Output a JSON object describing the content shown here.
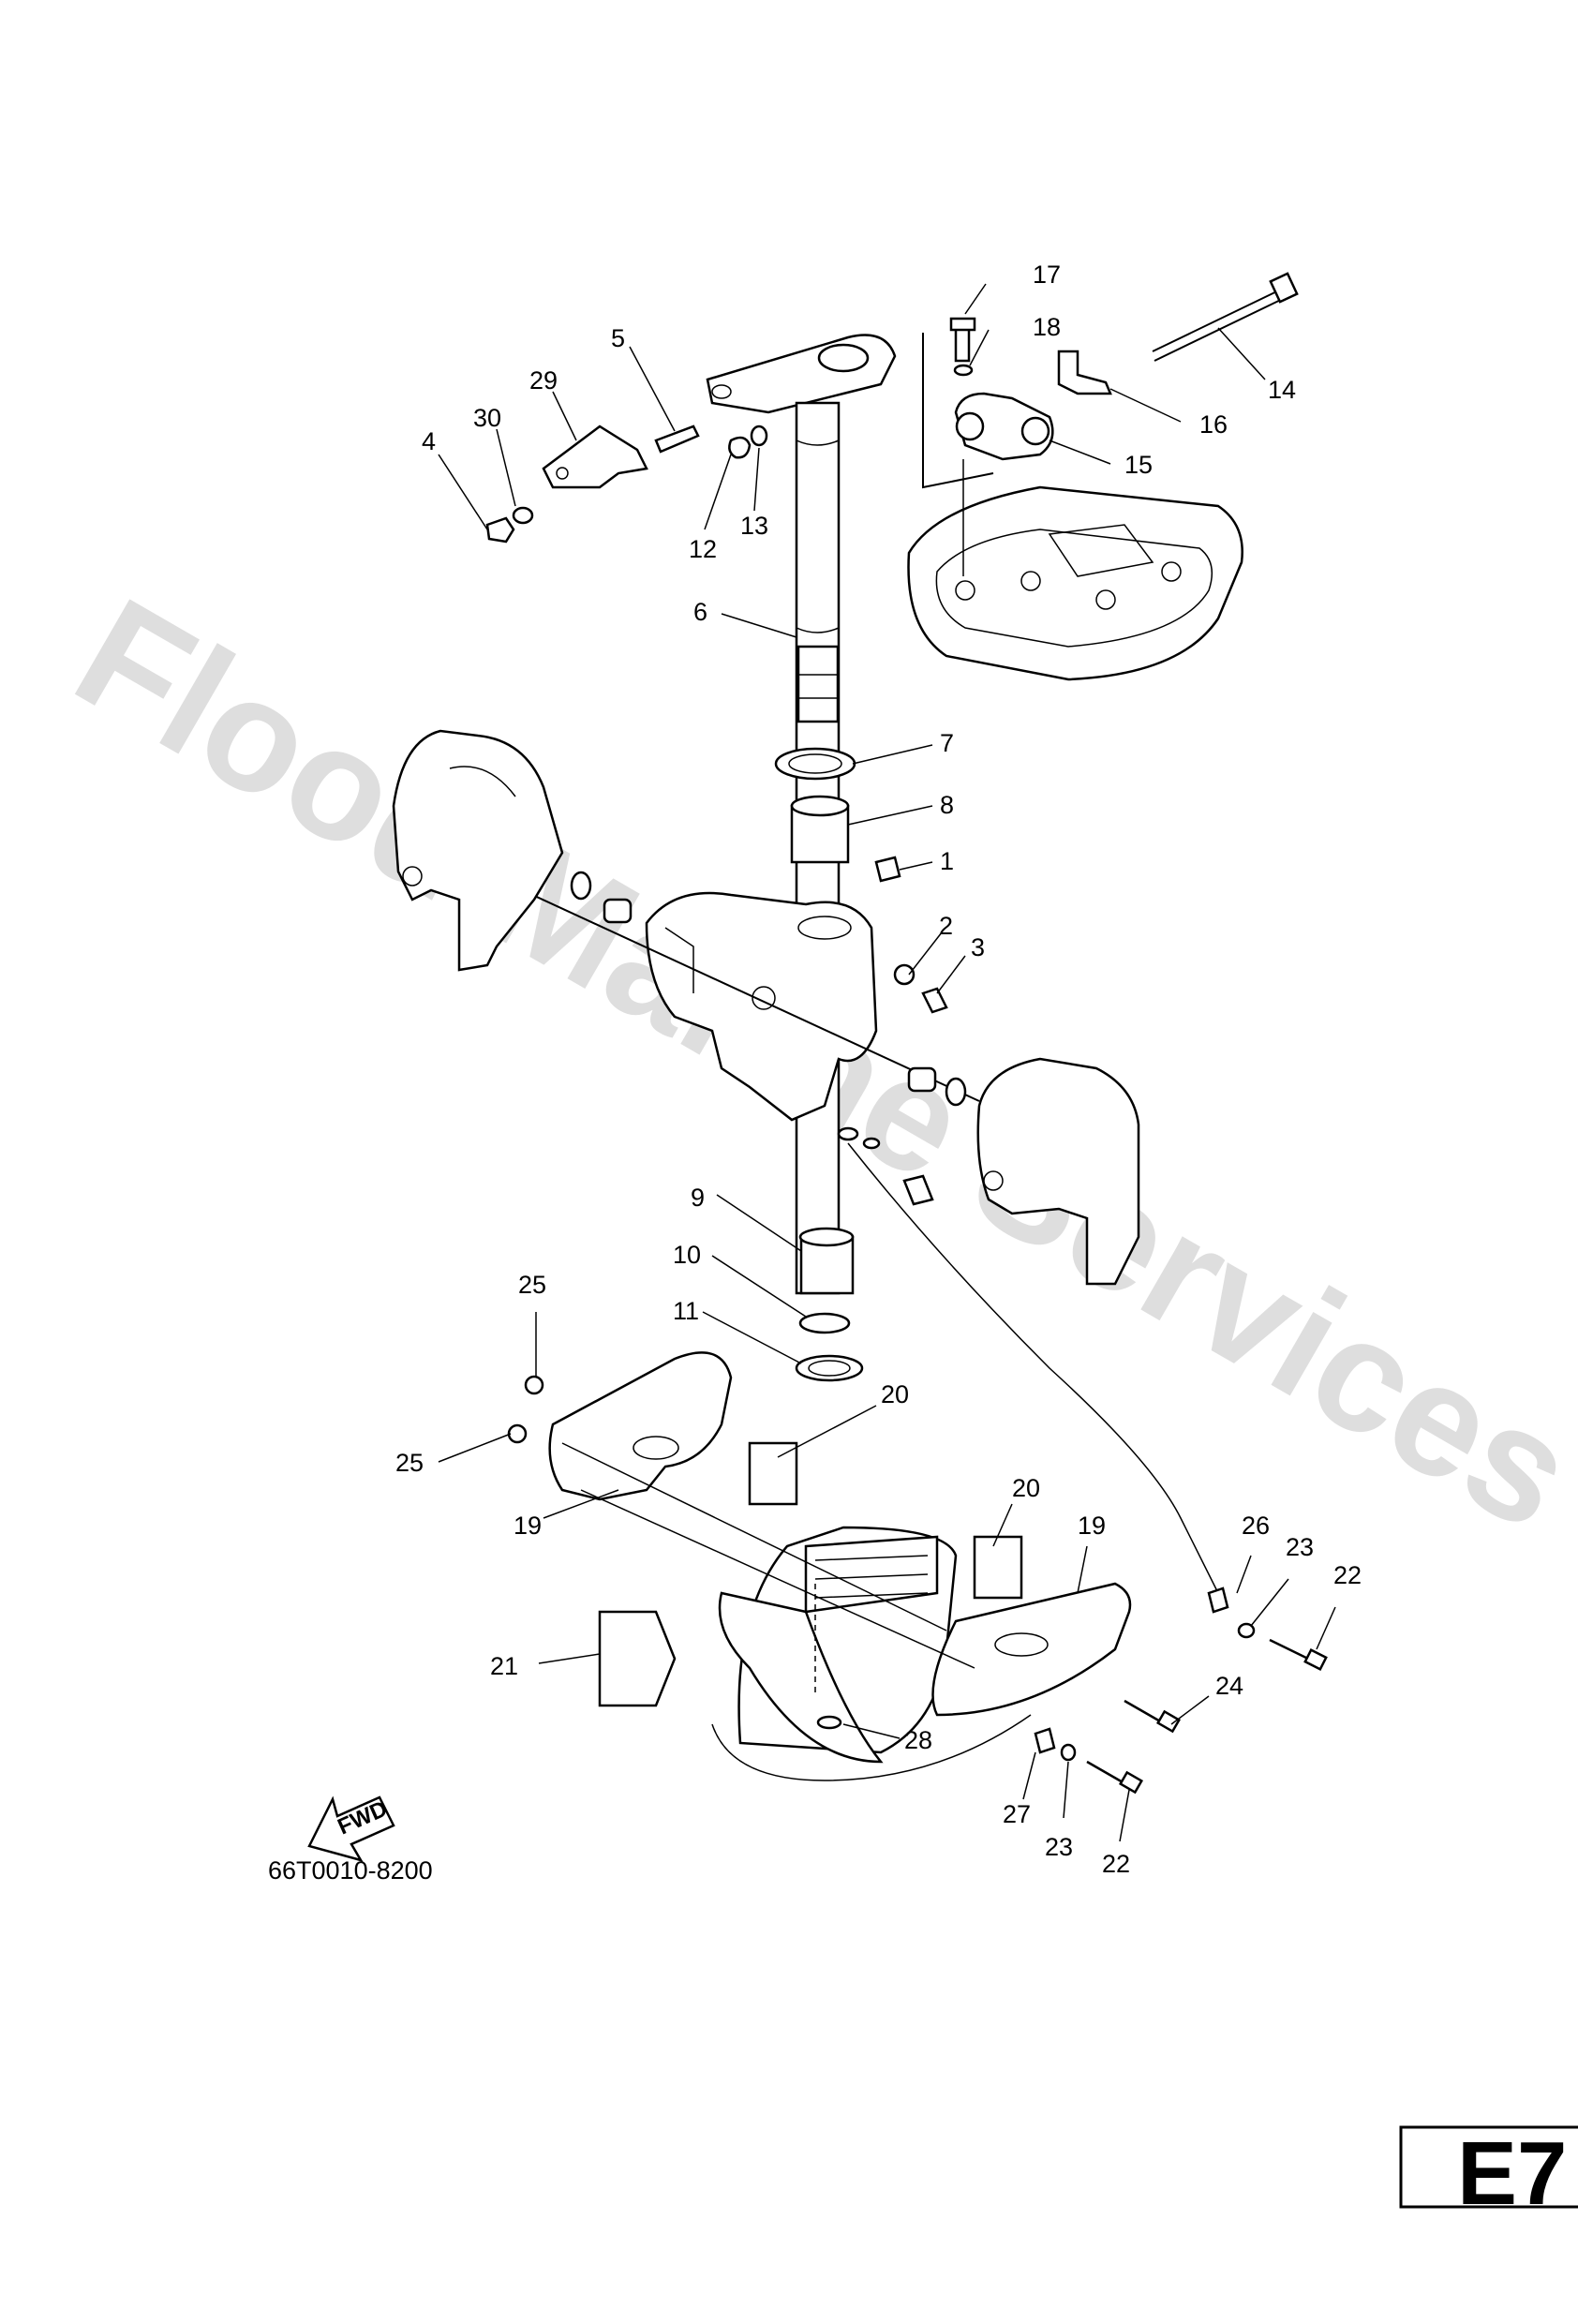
{
  "watermark": "Flood Marine Services",
  "diagram_code": "66T0010-8200",
  "page_tag": "E7",
  "fwd_label": "FWD",
  "part_labels": [
    "17",
    "18",
    "14",
    "5",
    "29",
    "30",
    "4",
    "16",
    "15",
    "12",
    "13",
    "6",
    "7",
    "8",
    "1",
    "2",
    "3",
    "9",
    "10",
    "11",
    "25",
    "20",
    "25",
    "19",
    "20",
    "19",
    "26",
    "23",
    "22",
    "21",
    "24",
    "28",
    "27",
    "23",
    "22"
  ]
}
